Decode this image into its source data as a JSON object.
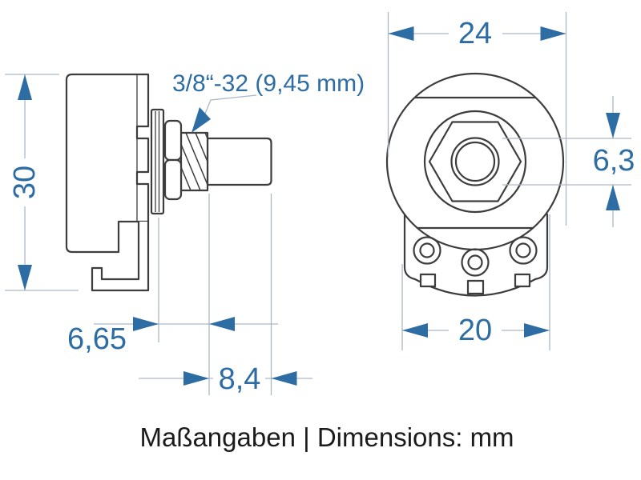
{
  "caption": "Maßangaben | Dimensions: mm",
  "thread_label": "3/8“-32 (9,45 mm)",
  "units": "mm",
  "dimensions": {
    "overall_depth": "30",
    "body_diameter": "24",
    "shaft_diameter": "6,3",
    "terminal_plate_width": "20",
    "bushing_length": "6,65",
    "shaft_length": "8,4"
  },
  "colors": {
    "dimension_accent": "#2e6da4",
    "construction_line": "#aab8c6",
    "outline": "#3d3d3d",
    "background": "#ffffff"
  }
}
